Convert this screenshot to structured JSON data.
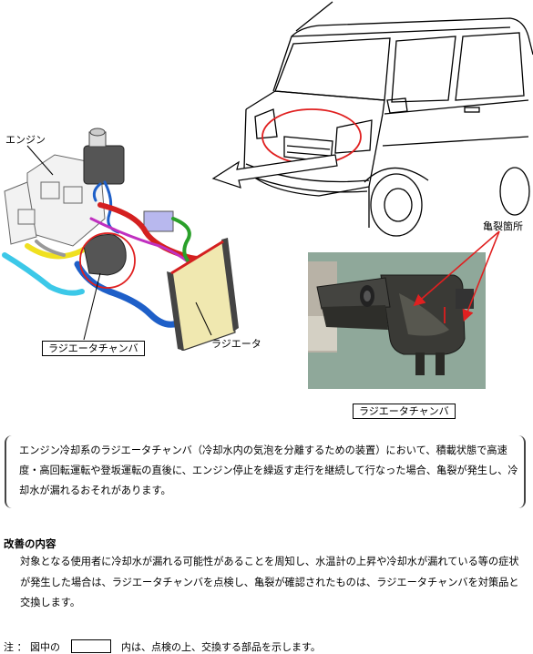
{
  "labels": {
    "engine": "エンジン",
    "radiator_chamber_left": "ラジエータチャンバ",
    "radiator": "ラジエータ",
    "crack_location": "亀裂箇所",
    "radiator_chamber_photo": "ラジエータチャンバ"
  },
  "notice": {
    "text": "エンジン冷却系のラジエータチャンバ（冷却水内の気泡を分離するための装置）において、積載状態で高速度・高回転運転や登坂運転の直後に、エンジン停止を繰返す走行を継続して行なった場合、亀裂が発生し、冷却水が漏れるおそれがあります。"
  },
  "improvement": {
    "title": "改善の内容",
    "text": "対象となる使用者に冷却水が漏れる可能性があることを周知し、水温計の上昇や冷却水が漏れている等の症状が発生した場合は、ラジエータチャンバを点検し、亀裂が確認されたものは、ラジエータチャンバを対策品と交換します。"
  },
  "note": {
    "prefix": "注 ： 図中の",
    "suffix": "内は、点検の上、交換する部品を示します。"
  },
  "colors": {
    "highlight_circle": "#e02020",
    "arrow": "#e02020",
    "hose_red": "#d42020",
    "hose_blue": "#1e5fc8",
    "hose_cyan": "#3cc8e8",
    "hose_green": "#2aa02a",
    "hose_yellow": "#f0e020",
    "hose_magenta": "#c030c0",
    "radiator_fill": "#f0e8b0"
  }
}
